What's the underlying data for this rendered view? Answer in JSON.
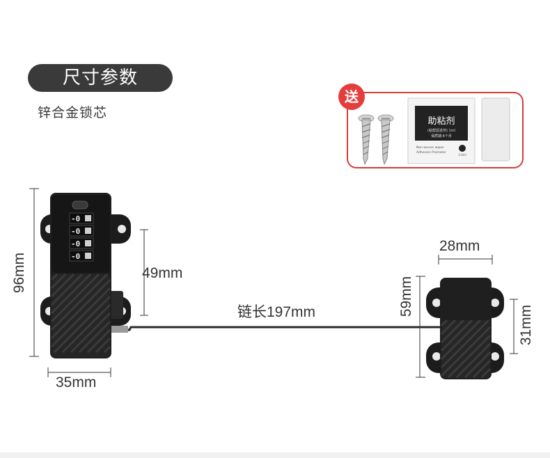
{
  "header": {
    "title": "尺寸参数",
    "subtitle": "锌合金锁芯"
  },
  "gift": {
    "badge": "送",
    "adhesive_title": "助粘剂",
    "adhesive_sub": "(粘帮促进剂) 1ml",
    "adhesive_line2": "保质期:6个月",
    "adhesive_en1": "Non-woven wipes",
    "adhesive_en2": "Adhesion Promoter",
    "adhesive_vol": "2.0ml"
  },
  "dimensions": {
    "height_left": "96mm",
    "width_left": "35mm",
    "inner_height": "49mm",
    "chain_length": "链长197mm",
    "right_width": "28mm",
    "right_height": "59mm",
    "right_hole_spacing": "31mm"
  },
  "colors": {
    "accent": "#d83a3a",
    "lock_body": "#1f1f1f",
    "dark_pill": "#3a3a3a"
  }
}
